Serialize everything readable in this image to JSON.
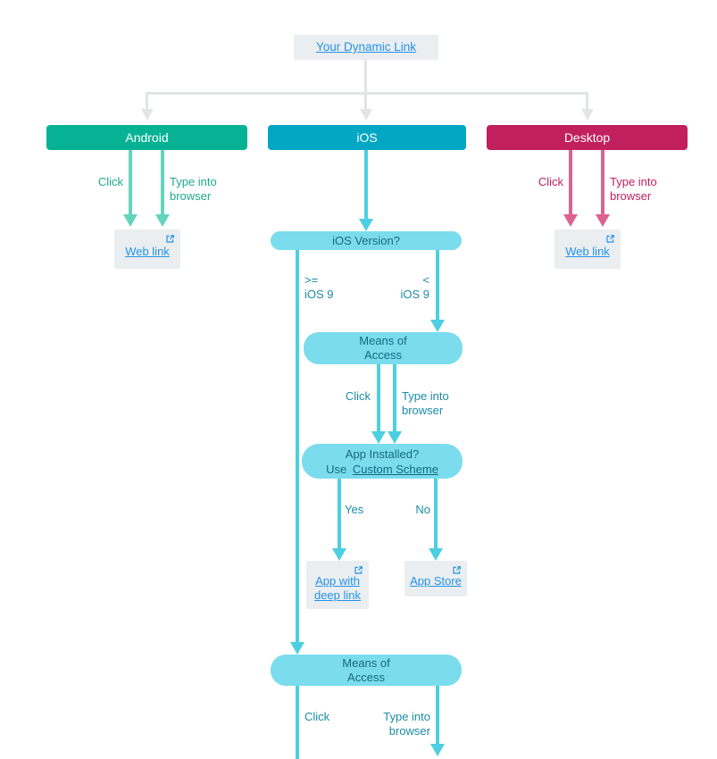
{
  "palette": {
    "android_header": "#07b294",
    "android_arrow": "#62d5bd",
    "android_label": "#1ea98b",
    "ios_header": "#02a7c3",
    "ios_arrow": "#4ccfe0",
    "ios_pill_bg": "#7bdced",
    "ios_pill_text": "#136b80",
    "ios_label": "#1b8ca6",
    "desktop_header": "#c11f5e",
    "desktop_arrow": "#dc6291",
    "desktop_label": "#c11f5e",
    "link_blue": "#2492ea",
    "node_gray_bg": "#eaeef0",
    "connector_gray": "#e2e4e6"
  },
  "root": {
    "label": "Your Dynamic Link"
  },
  "android": {
    "header": "Android",
    "click_label": "Click",
    "type_label": "Type into browser",
    "web_link_label": "Web link"
  },
  "ios": {
    "header": "iOS",
    "version_question": "iOS Version?",
    "ge_op": ">=",
    "ge_version": "iOS 9",
    "lt_op": "<",
    "lt_version": "iOS 9",
    "means_of_access": "Means of Access",
    "click_label": "Click",
    "type_label": "Type into browser",
    "app_installed_line1": "App Installed?",
    "app_installed_use": "Use",
    "custom_scheme_link": "Custom Scheme",
    "yes_label": "Yes",
    "no_label": "No",
    "app_deep_link_label": "App with deep link",
    "app_store_label": "App Store",
    "means_of_access_2": "Means of Access",
    "click_label_2": "Click",
    "type_label_2": "Type into browser"
  },
  "desktop": {
    "header": "Desktop",
    "click_label": "Click",
    "type_label": "Type into browser",
    "web_link_label": "Web link"
  },
  "icons": {
    "external_link": "open-in-new"
  }
}
